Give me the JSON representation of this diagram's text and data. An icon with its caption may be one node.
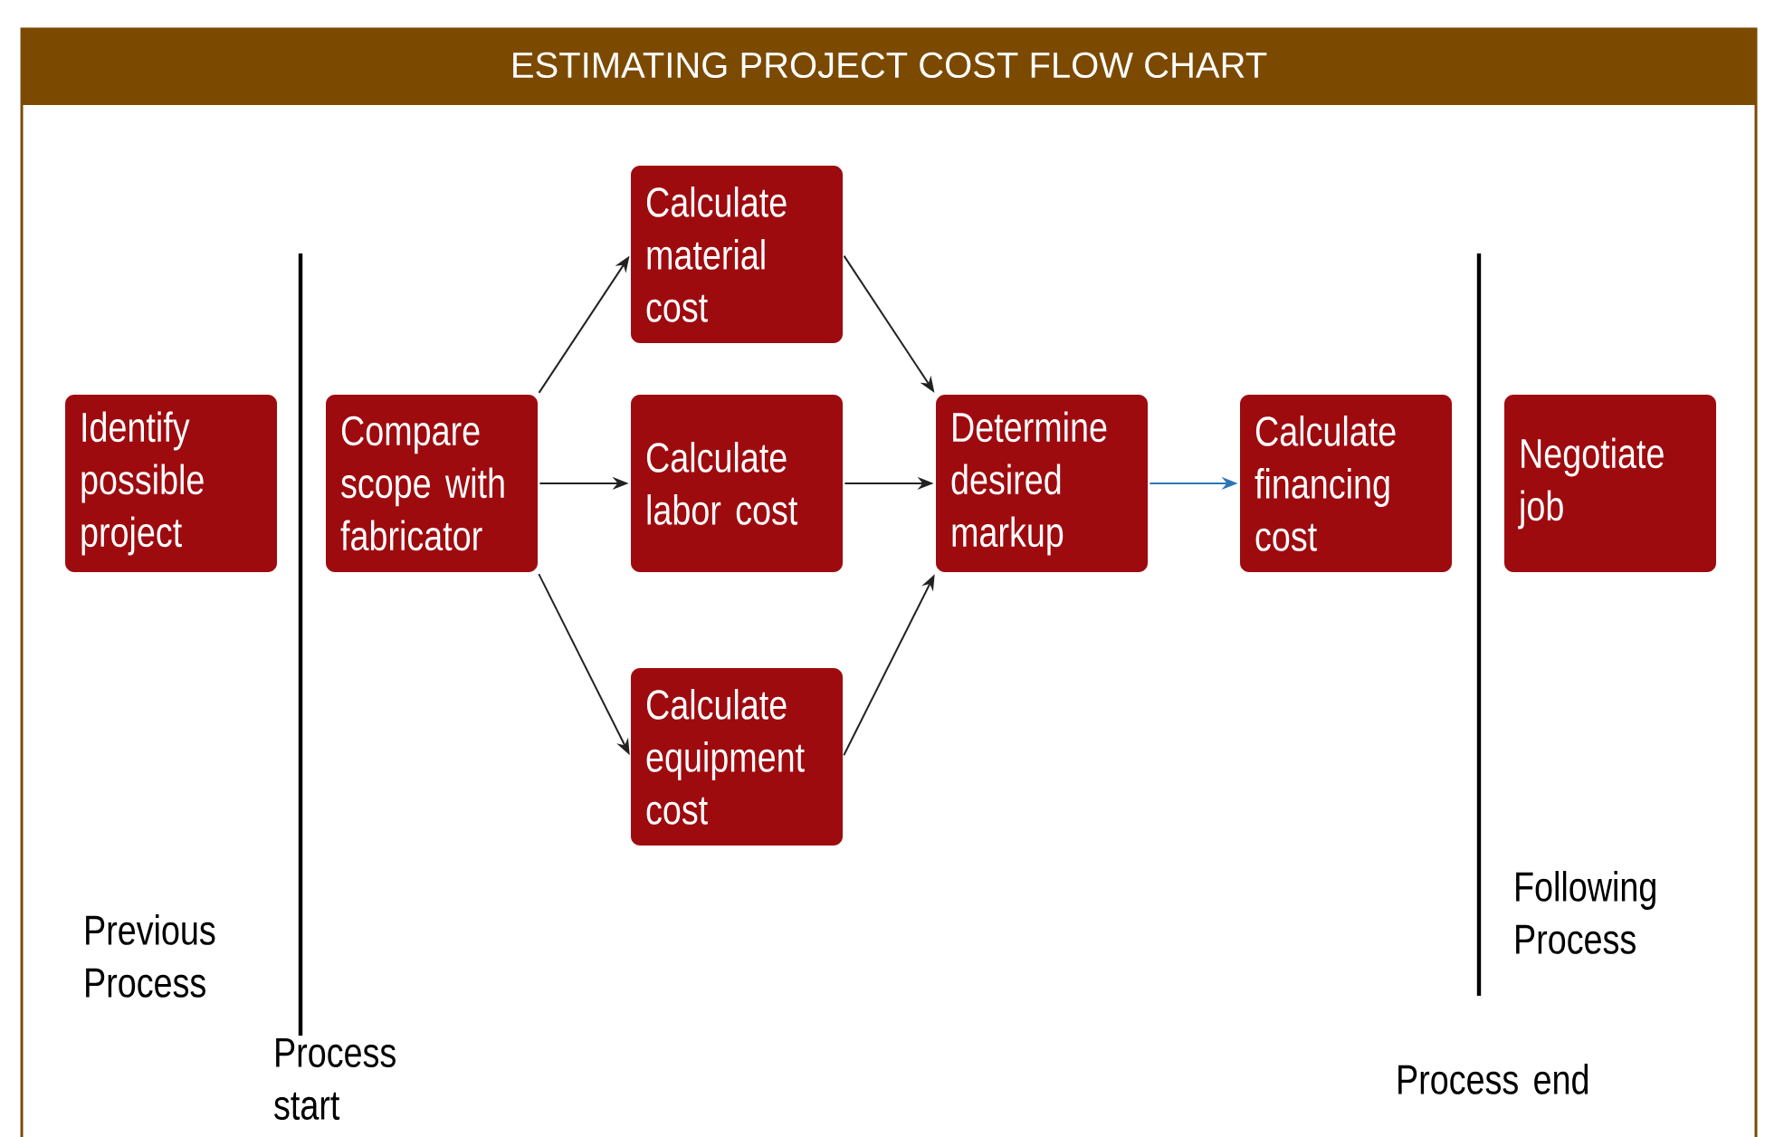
{
  "diagram": {
    "title": "ESTIMATING PROJECT COST FLOW CHART",
    "nodes": [
      {
        "text": [
          "Identify possible project"
        ]
      },
      {
        "text": [
          "Compare scope with fabricator"
        ]
      },
      {
        "text": [
          "Calculate material cost"
        ]
      },
      {
        "text": [
          "Calculate labor cost"
        ]
      },
      {
        "text": [
          "Calculate equipment cost"
        ]
      },
      {
        "text": [
          "Determine desired markup"
        ]
      },
      {
        "text": [
          "Calculate financing cost"
        ]
      },
      {
        "text": [
          "Negotiate job"
        ]
      }
    ],
    "edges": [
      {
        "from": 1,
        "to": 2,
        "arrow": "to"
      },
      {
        "from": 1,
        "to": 3,
        "arrow": "to"
      },
      {
        "from": 1,
        "to": 4,
        "arrow": "to"
      },
      {
        "from": 2,
        "to": 5,
        "arrow": "to"
      },
      {
        "from": 3,
        "to": 5,
        "arrow": "to"
      },
      {
        "from": 4,
        "to": 5,
        "arrow": "to"
      },
      {
        "from": 5,
        "to": 6,
        "arrow": "to",
        "color": "#2e75b6"
      }
    ],
    "labels": [
      "Previous Process",
      "Following Process",
      "Process start",
      "Process end"
    ]
  }
}
